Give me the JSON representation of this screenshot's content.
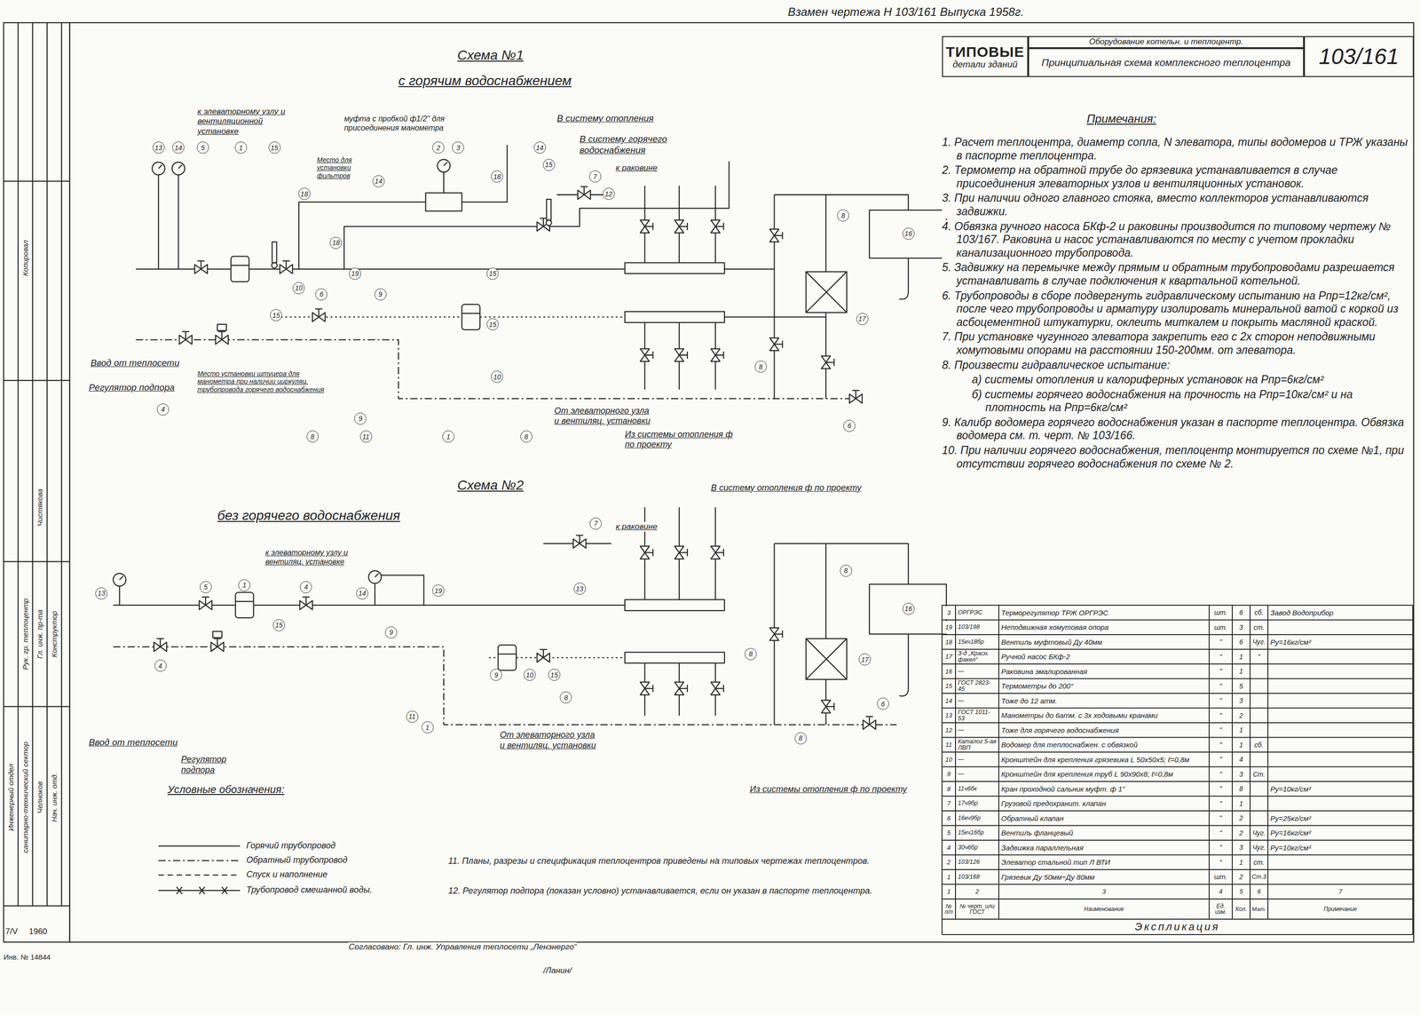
{
  "diagram": {
    "nodes": [
      {
        "text": [
          "ТИПОВЫЕ",
          "детали зданий"
        ]
      },
      {
        "text": [
          "Оборудование котельн. и теплоцентр."
        ]
      },
      {
        "text": [
          "Принципиальная схема комплексного теплоцентра"
        ]
      },
      {
        "text": [
          "103/161"
        ]
      }
    ],
    "labels": [
      "Взамен чертежа Н 103/161 Выпуска 1958г.",
      "Схема №1",
      "с горячим водоснабжением",
      "к элеваторному узлу и вентиляционной установке",
      "муфта с пробкой ф1/2\" для присоединения манометра",
      "В систему отопления",
      "В систему горячего водоснабжения",
      "к раковине",
      "Место для установки фильтров",
      "Ввод от теплосети",
      "Регулятор подпора",
      "Место установки штуцера для манометра при наличии циркуляц. трубопровода горячего водоснабжения",
      "От элеваторного узла и вентиляц. установки",
      "Из системы отопления ф по проекту",
      "Схема №2",
      "без горячего водоснабжения",
      "В систему отопления ф по проекту",
      "к раковине",
      "к элеваторному узлу и вентиляц. установке",
      "Ввод от теплосети",
      "Регулятор подпора",
      "От элеваторного узла и вентиляц. установки",
      "Из системы отопления ф по проекту",
      "Условные обозначения:",
      "11. Планы, разрезы и спецификация теплоцентров приведены на типовых чертежах теплоцентров.",
      "12. Регулятор подпора (показан условно) устанавливается, если он указан в паспорте теплоцентра.",
      "Согласовано: Гл. инж. Управления теплосети „Ленэнерго“",
      "/Ланин/",
      "Примечания:",
      "1. Расчет теплоцентра, диаметр сопла, N элеватора, типы водомеров и ТРЖ указаны в паспорте теплоцентра.",
      "2. Термометр на обратной трубе до грязевика устанавливается в случае присоединения элеваторных узлов и вентиляционных установок.",
      "3. При наличии одного главного стояка, вместо коллекторов устанавливаются задвижки.",
      "4. Обвязка ручного насоса БКф-2 и раковины производится по типовому чертежу № 103/167. Раковина и насос устанавливаются по месту с учетом прокладки канализационного трубопровода.",
      "5. Задвижку на перемычке между прямым и обратным трубопроводами разрешается устанавливать в случае подключения к квартальной котельной.",
      "6. Трубопроводы в сборе подвергнуть гидравлическому испытанию на Рпр=12кг/см², после чего трубопроводы и арматуру изолировать минеральной ватой с коркой из асбоцементной штукатурки, оклеить миткалем и покрыть масляной краской.",
      "7. При установке чугунного элеватора закрепить его с 2х сторон неподвижными хомутовыми опорами на расстоянии 150-200мм. от элеватора.",
      "8. Произвести гидравлическое испытание:",
      "а) системы отопления и калориферных установок на Рпр=6кг/см²",
      "б) системы горячего водоснабжения на прочность на Рпр=10кг/см² и на плотность на Рпр=6кг/см²",
      "9. Калибр водомера горячего водоснабжения указан в паспорте теплоцентра. Обвязка водомера см. т. черт. № 103/166.",
      "10. При наличии горячего водоснабжения, теплоцентр монтируется по схеме №1, при отсутствии горячего водоснабжения по схеме № 2.",
      "3",
      "ОРГРЭС",
      "Терморегулятор ТРЖ ОРГРЭС",
      "шт.",
      "6",
      "сб.",
      "Завод Водоприбор",
      "19",
      "103/198",
      "Неподвижная хомутовая опора",
      "шт.",
      "3",
      "ст.",
      "18",
      "15кч18бр",
      "Вентиль муфтовый Ду 40мм",
      "\"",
      "6",
      "Чуг.",
      "Ру=16кг/см²",
      "17",
      "З-д „Красн. факел“",
      "Ручной насос БКф-2",
      "\"",
      "1",
      "\"",
      "16",
      "—",
      "Раковина эмалированная",
      "\"",
      "1",
      "15",
      "ГОСТ 2823-45",
      "Термометры до 200°",
      "\"",
      "5",
      "14",
      "—",
      "Тоже до 12 атм.",
      "\"",
      "3",
      "13",
      "ГОСТ 1011-53",
      "Манометры до 6атм. с 3х ходовыми кранами",
      "\"",
      "2",
      "12",
      "—",
      "Тоже для горячего водоснабжения",
      "\"",
      "1",
      "11",
      "Каталог 5-ая ЛВП",
      "Водомер для теплоснабжен. с обвязкой",
      "\"",
      "1",
      "сб.",
      "10",
      "—",
      "Кронштейн для крепления грязевика L 50х50х5; ℓ=0,8м",
      "\"",
      "4",
      "9",
      "—",
      "Кронштейн для крепления труб L 90х90х8; ℓ=0,8м",
      "\"",
      "3",
      "Ст.",
      "8",
      "11ч6бк",
      "Кран проходной сальник муфт. ф 1\"",
      "\"",
      "8",
      "Ру=10кг/см²",
      "7",
      "17ч9бр",
      "Грузовой предохранит. клапан",
      "\"",
      "1",
      "6",
      "16кч9бр",
      "Обратный клапан",
      "\"",
      "2",
      "Ру=25кг/см²",
      "5",
      "15кч16бр",
      "Вентиль фланцевый",
      "\"",
      "2",
      "Чуг.",
      "Ру=16кг/см²",
      "4",
      "30ч6бр",
      "Задвижка параллельная",
      "\"",
      "3",
      "Чуг.",
      "Ру=10кг/см²",
      "2",
      "103/126",
      "Элеватор стальной тип Л ВТИ",
      "\"",
      "1",
      "ст.",
      "1",
      "103/168",
      "Грязевик Ду 50мм÷Ду 80мм",
      "шт.",
      "2",
      "Ст.3",
      "1",
      "2",
      "3",
      "4",
      "5",
      "6",
      "7",
      "№ п/п",
      "№ черт. или ГОСТ",
      "Наименование",
      "Ед. изм.",
      "Кол.",
      "Мат.",
      "Примечание",
      "Экспликация",
      "13",
      "14",
      "5",
      "1",
      "15",
      "18",
      "14",
      "2",
      "3",
      "18",
      "14",
      "15",
      "7",
      "12",
      "16",
      "8",
      "17",
      "8",
      "6",
      "10",
      "6",
      "18",
      "19",
      "9",
      "15",
      "15",
      "15",
      "10",
      "4",
      "9",
      "8",
      "11",
      "1",
      "8",
      "13",
      "1",
      "5",
      "4",
      "14",
      "19",
      "15",
      "4",
      "9",
      "9",
      "10",
      "15",
      "11",
      "1",
      "8",
      "8",
      "8",
      "8",
      "16",
      "17",
      "6",
      "7",
      "13",
      "Копировал",
      "Чистякова",
      "Рук. гр. теплоцентр",
      "Гл. инж. пр-та",
      "Конструктор",
      "Инженерный отдел",
      "санитарно-технический сектор",
      "Челноков",
      "Нач. инж. отд.",
      "7/V",
      "1960",
      "Инв. № 14844"
    ],
    "legend": [
      {
        "text": "Горячий трубопровод"
      },
      {
        "text": "Обратный трубопровод"
      },
      {
        "text": "Спуск и наполнение"
      },
      {
        "text": "Трубопровод смешанной воды."
      }
    ]
  }
}
